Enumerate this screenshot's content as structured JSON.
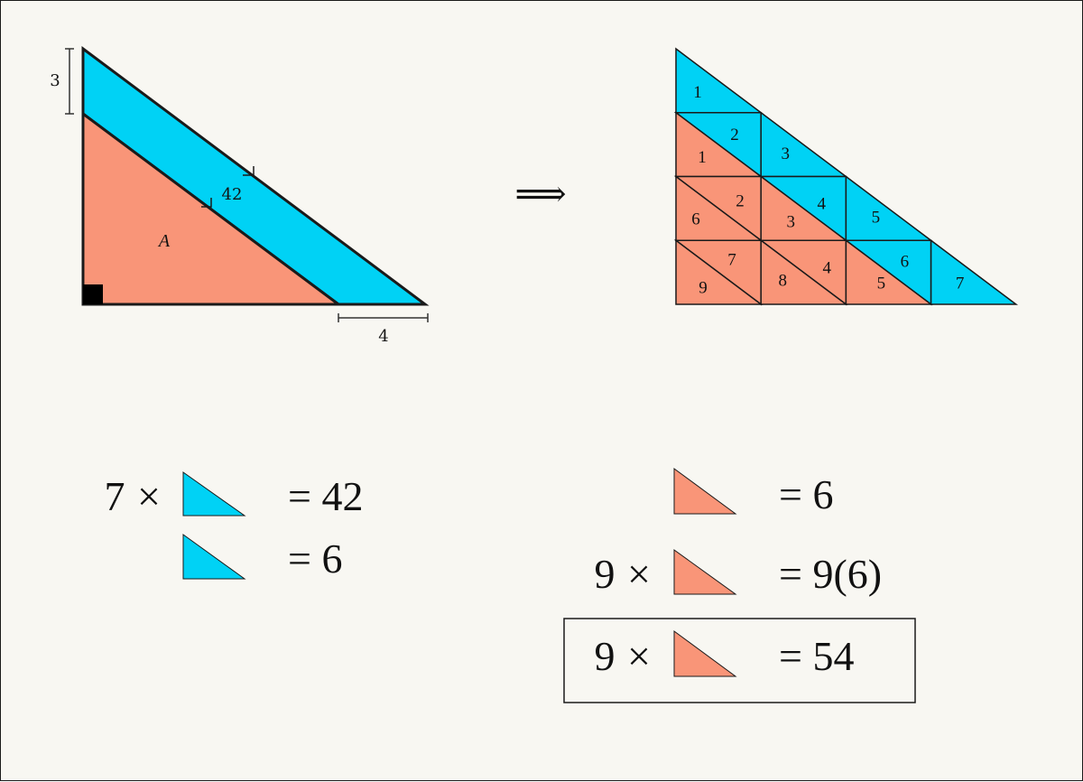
{
  "colors": {
    "blue": "#00d2f5",
    "salmon": "#f99578",
    "background": "#f8f7f2",
    "stroke": "#1a1a1a"
  },
  "left_figure": {
    "side_label_3": "3",
    "bottom_label_4": "4",
    "strip_area_label": "42",
    "triangle_label": "A",
    "right_angle_marker": "square"
  },
  "implies": "⟹",
  "right_figure": {
    "blue_labels": [
      "1",
      "2",
      "3",
      "4",
      "5",
      "6",
      "7"
    ],
    "salmon_labels": [
      "1",
      "2",
      "3",
      "4",
      "5",
      "6",
      "7",
      "8",
      "9"
    ]
  },
  "equations": {
    "blue_eq1": {
      "coefficient": "7",
      "times": "×",
      "rhs": "= 42"
    },
    "blue_eq2": {
      "rhs": "= 6"
    },
    "salmon_eq1": {
      "rhs": "= 6"
    },
    "salmon_eq2": {
      "coefficient": "9",
      "times": "×",
      "rhs": "= 9(6)"
    },
    "salmon_eq3": {
      "coefficient": "9",
      "times": "×",
      "rhs": "= 54"
    }
  }
}
